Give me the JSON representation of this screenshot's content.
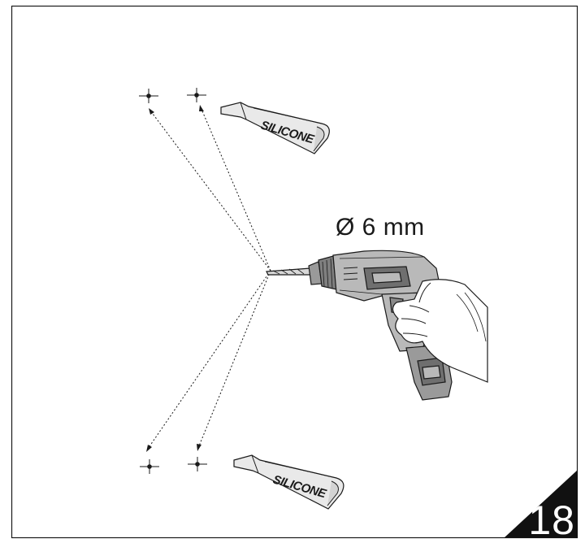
{
  "drill": {
    "size_label": "Ø 6 mm"
  },
  "tubes": {
    "top_label": "SILICONE",
    "bottom_label": "SILICONE"
  },
  "step": {
    "number": "18"
  },
  "icons": [
    "drill-icon",
    "glove-hand-icon",
    "silicone-tube-icon",
    "crosshair-mark-icon"
  ],
  "colors": {
    "line": "#1a1a1a",
    "drill_body": "#b9b9b9",
    "drill_dark": "#6f6f6f",
    "corner": "#111111"
  }
}
